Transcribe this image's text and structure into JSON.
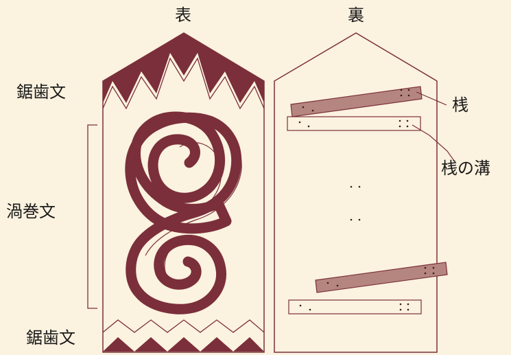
{
  "labels": {
    "front": "表",
    "back": "裏",
    "sawtooth_top": "鋸歯文",
    "spiral": "渦巻文",
    "sawtooth_bottom": "鋸歯文",
    "crosspiece": "桟",
    "crosspiece_groove": "桟の溝"
  },
  "colors": {
    "background": "#fbf2df",
    "maroon": "#7b2f3a",
    "crosspiece_fill": "#b4867f",
    "text": "#1a1a1a"
  }
}
